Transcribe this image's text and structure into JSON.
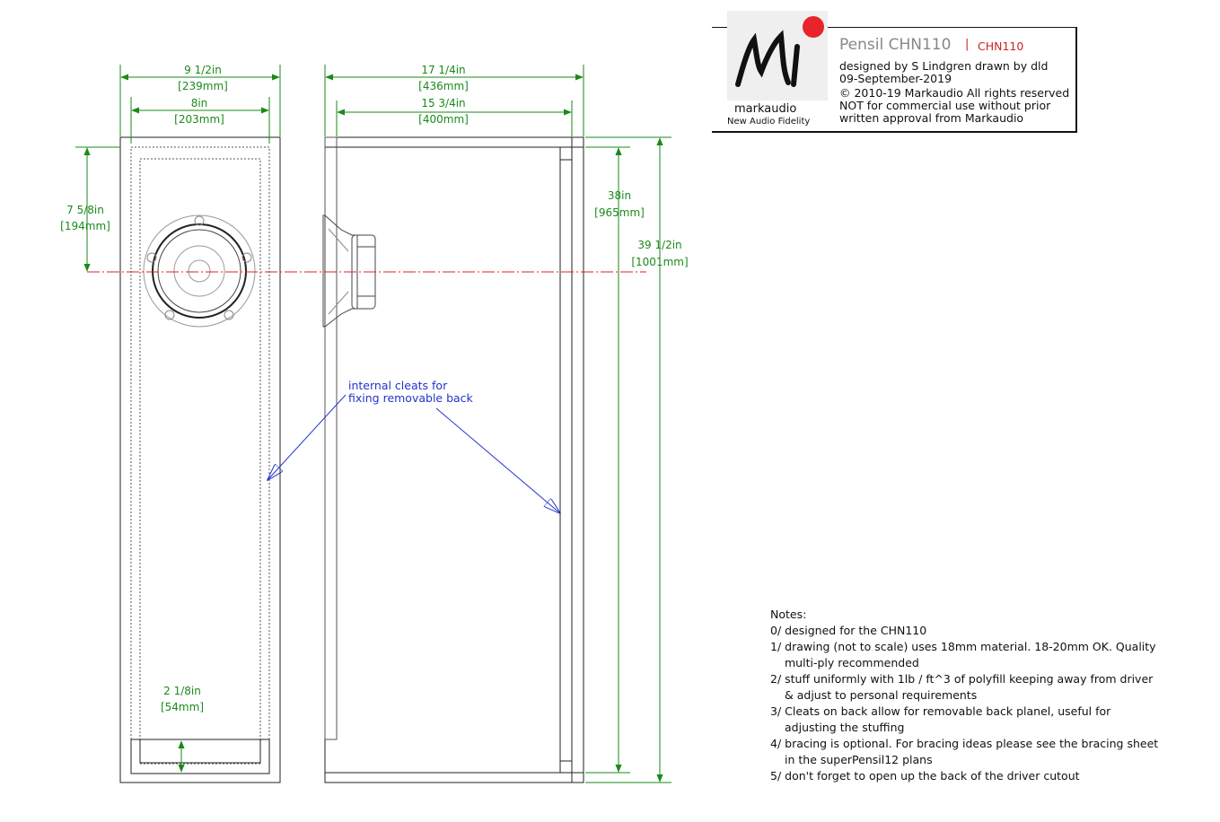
{
  "title_block": {
    "title": "Pensil CHN110",
    "separator": "|",
    "code": "CHN110",
    "lines": [
      "designed by S Lindgren drawn by dld",
      "09-September-2019",
      "© 2010-19 Markaudio All rights reserved",
      "NOT for commercial use without prior",
      "written approval from Markaudio"
    ],
    "logo_name": "markaudio",
    "logo_tagline": "New Audio Fidelity",
    "accent_color": "#e8232c"
  },
  "dimensions": {
    "front_outer_width": [
      "9 1/2in",
      "[239mm]"
    ],
    "front_inner_width": [
      "8in",
      "[203mm]"
    ],
    "side_outer_depth": [
      "17 1/4in",
      "[436mm]"
    ],
    "side_inner_depth": [
      "15 3/4in",
      "[400mm]"
    ],
    "driver_height": [
      "7 5/8in",
      "[194mm]"
    ],
    "inner_height": [
      "38in",
      "[965mm]"
    ],
    "outer_height": [
      "39 1/2in",
      "[1001mm]"
    ],
    "port_height": [
      "2 1/8in",
      "[54mm]"
    ]
  },
  "annotation": {
    "line1": "internal cleats for",
    "line2": "fixing removable back"
  },
  "notes": {
    "heading": "Notes:",
    "items": [
      "0/ designed for the CHN110",
      "1/ drawing (not to scale) uses 18mm material. 18-20mm OK. Quality",
      "multi-ply recommended",
      "2/ stuff uniformly with 1lb / ft^3 of polyfill keeping away from driver",
      "&   adjust to personal requirements",
      "3/ Cleats on back allow for removable back planel, useful for",
      "adjusting  the stuffing",
      "4/ bracing is optional. For bracing ideas please see the bracing sheet",
      "in the superPensil12 plans",
      "5/ don't forget to open up the back of the driver cutout"
    ]
  }
}
